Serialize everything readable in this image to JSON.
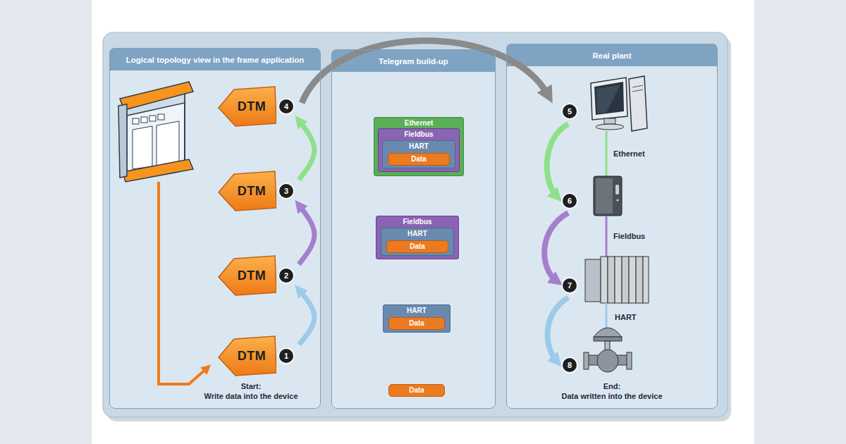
{
  "diagram": {
    "nodes": [
      {
        "text": [
          "Logical topology view in the frame application"
        ]
      },
      {
        "text": [
          "DTM"
        ],
        "in": 0
      },
      {
        "text": [
          "DTM"
        ],
        "in": 0
      },
      {
        "text": [
          "DTM"
        ],
        "in": 0
      },
      {
        "text": [
          "DTM"
        ],
        "in": 0
      },
      {
        "text": [
          "Telegram build-up"
        ]
      },
      {
        "text": [
          "Ethernet"
        ],
        "in": 5
      },
      {
        "text": [
          "Fieldbus"
        ],
        "in": 6
      },
      {
        "text": [
          "HART"
        ],
        "in": 7
      },
      {
        "text": [
          "Data"
        ],
        "in": 8
      },
      {
        "text": [
          "Fieldbus"
        ],
        "in": 5
      },
      {
        "text": [
          "HART"
        ],
        "in": 10
      },
      {
        "text": [
          "Data"
        ],
        "in": 11
      },
      {
        "text": [
          "HART"
        ],
        "in": 5
      },
      {
        "text": [
          "Data"
        ],
        "in": 13
      },
      {
        "text": [
          "Data"
        ],
        "in": 5
      },
      {
        "text": [
          "Real plant"
        ]
      }
    ],
    "edges": [
      {
        "from": 1,
        "to": 2,
        "arrow": "to"
      },
      {
        "from": 2,
        "to": 3,
        "arrow": "to"
      },
      {
        "from": 3,
        "to": 4,
        "arrow": "to"
      }
    ],
    "labels": [
      "1",
      "2",
      "3",
      "4",
      "5",
      "6",
      "7",
      "8",
      "Start:",
      "Write data into the device",
      "Ethernet",
      "Fieldbus",
      "HART",
      "End:",
      "Data written into the device"
    ]
  }
}
